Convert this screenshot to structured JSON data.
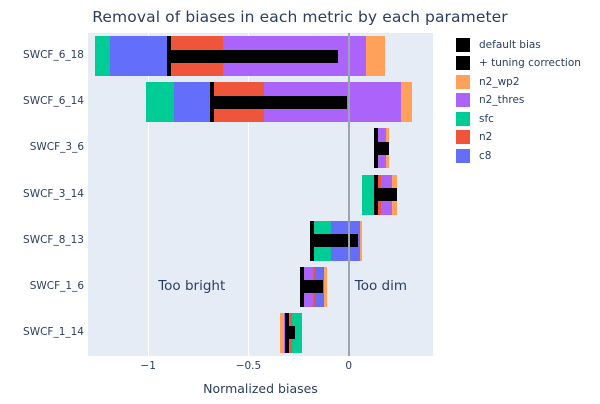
{
  "chart_data": {
    "type": "bar",
    "title": "Removal of biases in each metric by each parameter",
    "xlabel": "Normalized biases",
    "ylabel": "",
    "orientation": "horizontal",
    "stacked": true,
    "grid": true,
    "xlim": [
      -1.3,
      0.42
    ],
    "xticks": [
      -1,
      -0.5,
      0
    ],
    "xticklabels": [
      "−1",
      "−0.5",
      "0"
    ],
    "zeroline": 0,
    "legend_position": "right",
    "categories": [
      "SWCF_6_18",
      "SWCF_6_14",
      "SWCF_3_6",
      "SWCF_3_14",
      "SWCF_8_13",
      "SWCF_1_6",
      "SWCF_1_14"
    ],
    "series": [
      {
        "name": "default bias",
        "color": "#000000",
        "type": "marker-bar",
        "values": [
          -0.72,
          -0.68,
          0.175,
          0.135,
          -0.185,
          -0.235,
          -0.31
        ]
      },
      {
        "name": "+ tuning correction",
        "color": "#000000",
        "type": "marker-bar-end",
        "values": [
          -0.055,
          -0.01,
          0.205,
          0.21,
          0.025,
          -0.14,
          -0.275
        ]
      },
      {
        "name": "n2_wp2",
        "color": "#FFA15A",
        "values": [
          0.095,
          0.055,
          0.015,
          0.025,
          0.01,
          0.015,
          0.02
        ]
      },
      {
        "name": "n2_thres",
        "color": "#AB63FA",
        "values": [
          0.71,
          0.685,
          0.04,
          0.055,
          0.0,
          0.055,
          0.03
        ]
      },
      {
        "name": "sfc",
        "color": "#00CC96",
        "values": [
          0.075,
          0.14,
          0.0,
          0.07,
          0.095,
          0.0,
          0.05
        ]
      },
      {
        "name": "n2",
        "color": "#EF553B",
        "values": [
          0.26,
          0.25,
          0.01,
          0.02,
          0.0,
          0.012,
          0.012
        ]
      },
      {
        "name": "c8",
        "color": "#636EFA",
        "values": [
          0.295,
          0.19,
          0.0,
          0.0,
          0.145,
          0.045,
          0.0
        ]
      }
    ],
    "annotations": [
      {
        "text": "Too bright",
        "x": -0.95,
        "y": "SWCF_1_6"
      },
      {
        "text": "Too dim",
        "x": 0.03,
        "y": "SWCF_1_6"
      }
    ],
    "bars": [
      {
        "category": "SWCF_6_18",
        "segments": [
          {
            "series": "sfc",
            "x0": -1.265,
            "x1": -1.19
          },
          {
            "series": "c8",
            "x0": -1.19,
            "x1": -0.895
          },
          {
            "series": "n2",
            "x0": -0.885,
            "x1": -0.625
          },
          {
            "series": "n2_thres",
            "x0": -0.625,
            "x1": 0.085
          },
          {
            "series": "n2_wp2",
            "x0": 0.085,
            "x1": 0.18
          }
        ],
        "default_bias_x": -0.895,
        "tuned_x": -0.055
      },
      {
        "category": "SWCF_6_14",
        "segments": [
          {
            "series": "sfc",
            "x0": -1.01,
            "x1": -0.87
          },
          {
            "series": "c8",
            "x0": -0.87,
            "x1": -0.68
          },
          {
            "series": "n2",
            "x0": -0.675,
            "x1": -0.425
          },
          {
            "series": "n2_thres",
            "x0": -0.425,
            "x1": 0.26
          },
          {
            "series": "n2_wp2",
            "x0": 0.26,
            "x1": 0.315
          }
        ],
        "default_bias_x": -0.68,
        "tuned_x": -0.01
      },
      {
        "category": "SWCF_3_6",
        "segments": [
          {
            "series": "n2",
            "x0": 0.135,
            "x1": 0.145
          },
          {
            "series": "n2_thres",
            "x0": 0.145,
            "x1": 0.185
          },
          {
            "series": "n2_wp2",
            "x0": 0.185,
            "x1": 0.2
          }
        ],
        "default_bias_x": 0.135,
        "tuned_x": 0.2
      },
      {
        "category": "SWCF_3_14",
        "segments": [
          {
            "series": "sfc",
            "x0": 0.065,
            "x1": 0.135
          },
          {
            "series": "n2",
            "x0": 0.14,
            "x1": 0.16
          },
          {
            "series": "n2_thres",
            "x0": 0.16,
            "x1": 0.215
          },
          {
            "series": "n2_wp2",
            "x0": 0.215,
            "x1": 0.24
          }
        ],
        "default_bias_x": 0.135,
        "tuned_x": 0.24
      },
      {
        "category": "SWCF_8_13",
        "segments": [
          {
            "series": "sfc",
            "x0": -0.185,
            "x1": -0.09
          },
          {
            "series": "c8",
            "x0": -0.09,
            "x1": 0.055
          },
          {
            "series": "n2_wp2",
            "x0": 0.055,
            "x1": 0.065
          }
        ],
        "default_bias_x": -0.185,
        "tuned_x": 0.045
      },
      {
        "category": "SWCF_1_6",
        "segments": [
          {
            "series": "n2_thres",
            "x0": -0.235,
            "x1": -0.18
          },
          {
            "series": "n2",
            "x0": -0.18,
            "x1": -0.168
          },
          {
            "series": "c8",
            "x0": -0.168,
            "x1": -0.123
          },
          {
            "series": "n2_wp2",
            "x0": -0.123,
            "x1": -0.11
          }
        ],
        "default_bias_x": -0.235,
        "tuned_x": -0.13
      },
      {
        "category": "SWCF_1_14",
        "segments": [
          {
            "series": "n2_wp2",
            "x0": -0.345,
            "x1": -0.325
          },
          {
            "series": "n2_thres",
            "x0": -0.325,
            "x1": -0.295
          },
          {
            "series": "n2",
            "x0": -0.295,
            "x1": -0.283
          },
          {
            "series": "sfc",
            "x0": -0.283,
            "x1": -0.233
          }
        ],
        "default_bias_x": -0.31,
        "tuned_x": -0.268
      }
    ]
  },
  "legend": {
    "items": [
      {
        "label": "default bias",
        "color": "#000000"
      },
      {
        "label": "+ tuning correction",
        "color": "#000000"
      },
      {
        "label": "n2_wp2",
        "color": "#FFA15A"
      },
      {
        "label": "n2_thres",
        "color": "#AB63FA"
      },
      {
        "label": "sfc",
        "color": "#00CC96"
      },
      {
        "label": "n2",
        "color": "#EF553B"
      },
      {
        "label": "c8",
        "color": "#636EFA"
      }
    ]
  },
  "colors": {
    "plot_background": "#E5ECF6",
    "paper_background": "#FFFFFF",
    "text": "#2a3f5f",
    "gridline": "#FFFFFF",
    "zeroline": "#9aa5b1"
  }
}
